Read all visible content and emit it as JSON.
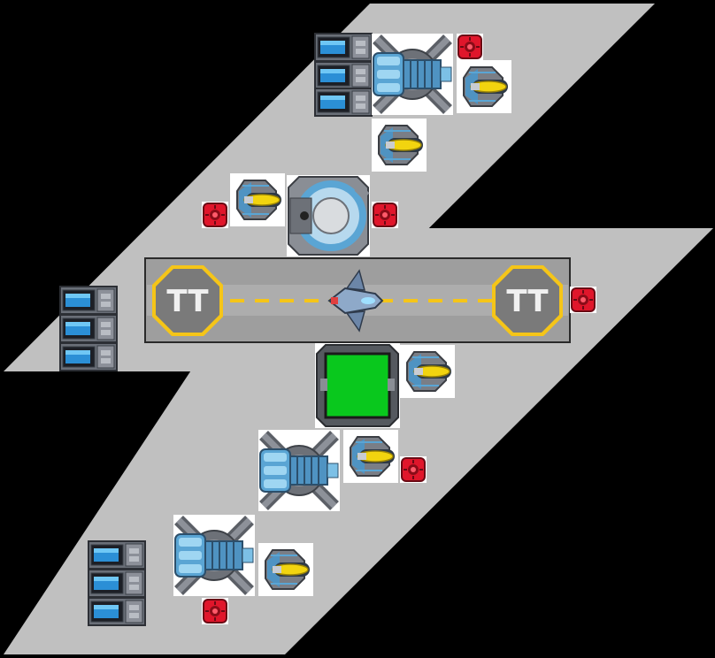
{
  "scene": {
    "background_color": "#000000",
    "floor_color": "#c0c0c0",
    "runway_color": "#a8a8a8",
    "pad_marker_color": "#f5c518",
    "pad_symbol": "TT",
    "runway_dash_color": "#f5c518"
  },
  "modules": [
    {
      "type": "battery-rack-icon",
      "count": 3
    },
    {
      "type": "thruster-engine-icon",
      "count": 3
    },
    {
      "type": "laser-turret-icon",
      "count": 6
    },
    {
      "type": "red-sensor-icon",
      "count": 6
    },
    {
      "type": "shield-generator-icon",
      "count": 1
    },
    {
      "type": "landing-pad-icon",
      "count": 2
    },
    {
      "type": "green-cargo-hatch-icon",
      "count": 1
    },
    {
      "type": "docked-spaceship-icon",
      "count": 1
    }
  ]
}
